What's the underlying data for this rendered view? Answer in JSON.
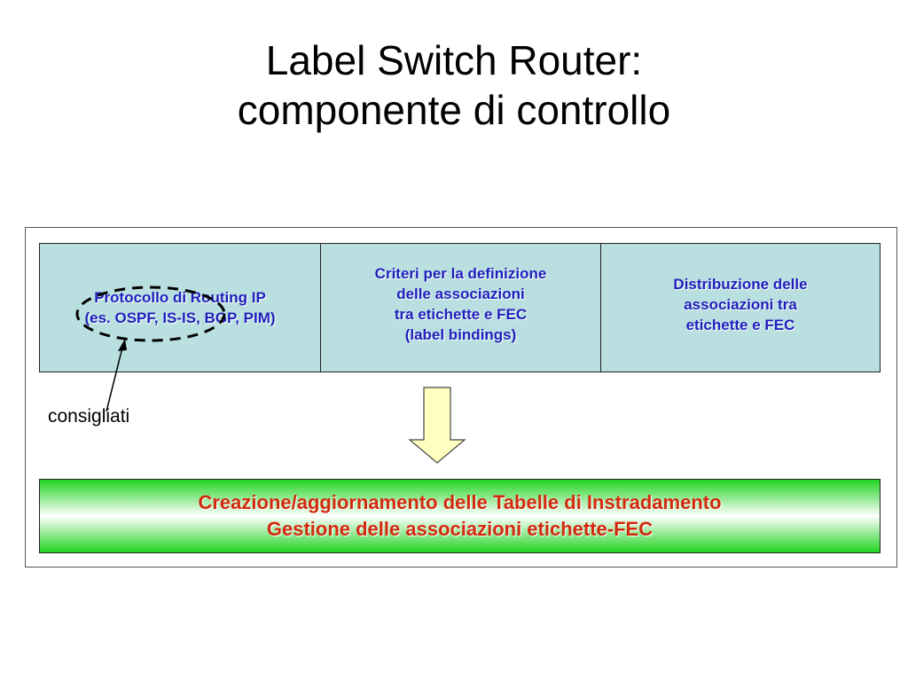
{
  "slide": {
    "title_line1": "Label Switch Router:",
    "title_line2": "componente di controllo"
  },
  "diagram": {
    "boxes": [
      {
        "lines": [
          "Protocollo di Routing IP",
          "(es. OSPF, IS-IS, BGP, PIM)"
        ]
      },
      {
        "lines": [
          "Criteri per la definizione",
          "delle associazioni",
          "tra etichette e FEC",
          "(label bindings)"
        ]
      },
      {
        "lines": [
          "Distribuzione delle",
          "associazioni tra",
          "etichette e FEC"
        ]
      }
    ],
    "annotation": "consigliati",
    "result": {
      "lines": [
        "Creazione/aggiornamento delle Tabelle di Instradamento",
        "Gestione delle associazioni etichette-FEC"
      ]
    }
  },
  "colors": {
    "box_fill": "#b9dfe0",
    "box_text": "#1f1fbd",
    "result_text": "#d22a0e",
    "result_gradient": "#22d322",
    "arrow_fill": "#ffffc0"
  }
}
